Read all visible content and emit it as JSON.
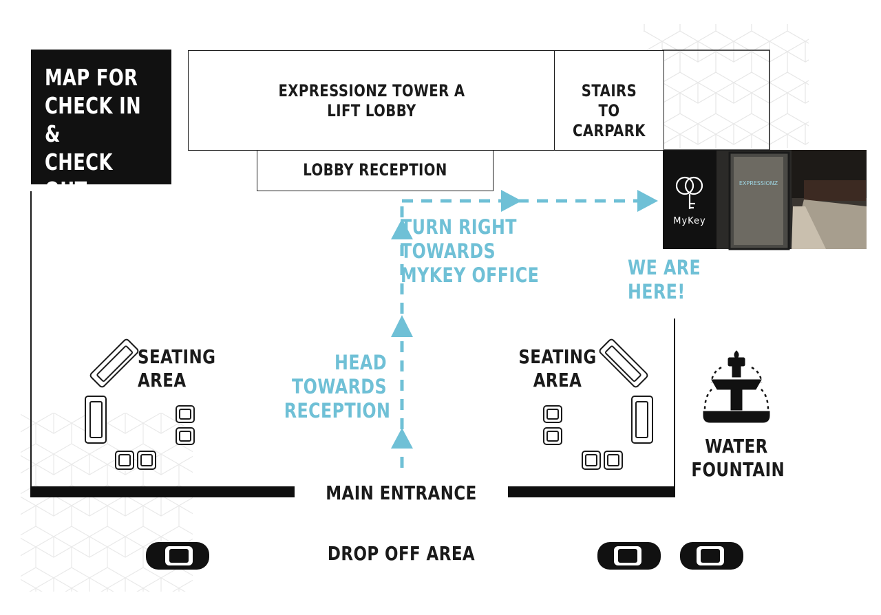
{
  "title": "MAP FOR\nCHECK IN &\nCHECK OUT\nPROCESS",
  "rooms": {
    "lift_lobby": "EXPRESSIONZ TOWER A\nLIFT LOBBY",
    "stairs": "STAIRS\nTO CARPARK",
    "reception": "LOBBY RECEPTION"
  },
  "directions": {
    "turn_right": "TURN RIGHT TOWARDS\nMYKEY OFFICE",
    "head": "HEAD\nTOWARDS\nRECEPTION",
    "we_are_here": "WE ARE HERE!"
  },
  "areas": {
    "seating_left": "SEATING\nAREA",
    "seating_right": "SEATING\nAREA",
    "water_fountain": "WATER\nFOUNTAIN",
    "main_entrance": "MAIN ENTRANCE",
    "drop_off": "DROP OFF AREA"
  },
  "mykey": {
    "brand": "MyKey",
    "door_sign": "EXPRESSIONZ"
  },
  "colors": {
    "accent": "#6fc0d6",
    "ink": "#1a1a1a",
    "title_bg": "#111111"
  },
  "icons": [
    "sofa-icon",
    "armchair-icon",
    "car-icon",
    "fountain-icon",
    "mykey-logo-icon",
    "arrow-icon"
  ]
}
